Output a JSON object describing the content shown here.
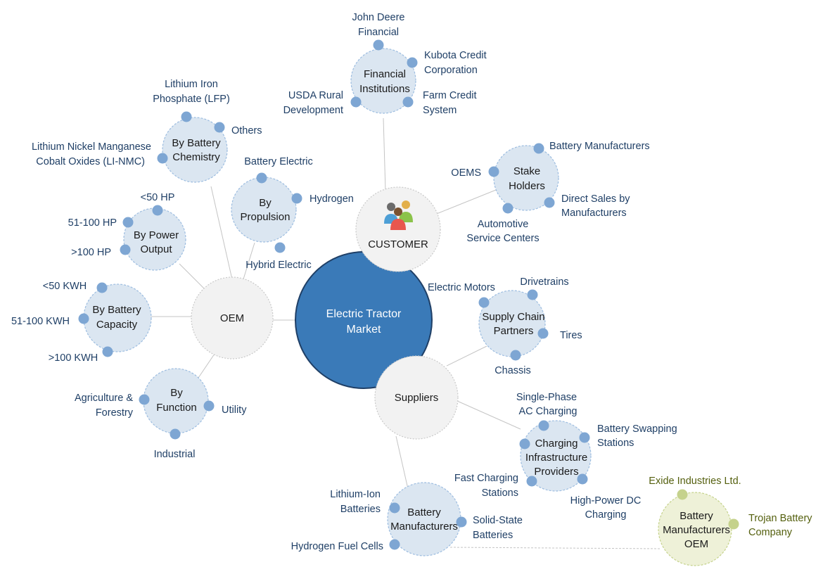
{
  "colors": {
    "center_fill": "#3a7ab8",
    "center_stroke": "#1f3f66",
    "category_fill": "#dbe6f1",
    "dot_fill": "#7ea6d3",
    "hub_fill": "#f2f2f2",
    "olive_fill": "#eef1d8",
    "olive_dot": "#c5d28c",
    "leaf_text": "#1f3f66",
    "olive_text": "#55600f"
  },
  "center": {
    "lines": [
      "Electric Tractor",
      "Market"
    ]
  },
  "hubs": {
    "oem": {
      "label": "OEM"
    },
    "customer": {
      "label": "CUSTOMER",
      "icon": "people-icon"
    },
    "suppliers": {
      "label": "Suppliers"
    }
  },
  "categories": {
    "battery_chemistry": {
      "lines": [
        "By Battery",
        "Chemistry"
      ]
    },
    "propulsion": {
      "lines": [
        "By",
        "Propulsion"
      ]
    },
    "power_output": {
      "lines": [
        "By Power",
        "Output"
      ]
    },
    "battery_capacity": {
      "lines": [
        "By Battery",
        "Capacity"
      ]
    },
    "function": {
      "lines": [
        "By",
        "Function"
      ]
    },
    "financial": {
      "lines": [
        "Financial",
        "Institutions"
      ]
    },
    "stakeholders": {
      "lines": [
        "Stake",
        "Holders"
      ]
    },
    "supply_chain": {
      "lines": [
        "Supply Chain",
        "Partners"
      ]
    },
    "charging": {
      "lines": [
        "Charging",
        "Infrastructure",
        "Providers"
      ]
    },
    "battery_mfr": {
      "lines": [
        "Battery",
        "Manufacturers"
      ]
    },
    "battery_oem": {
      "lines": [
        "Battery",
        "Manufacturers",
        "OEM"
      ]
    }
  },
  "leaves": {
    "lfp": [
      "Lithium Iron",
      "Phosphate (LFP)"
    ],
    "others": [
      "Others"
    ],
    "nmc": [
      "Lithium Nickel Manganese",
      "Cobalt Oxides (LI-NMC)"
    ],
    "battery_electric": [
      "Battery Electric"
    ],
    "hydrogen": [
      "Hydrogen"
    ],
    "hybrid_electric": [
      "Hybrid Electric"
    ],
    "hp_lt50": [
      "<50 HP"
    ],
    "hp_51_100": [
      "51-100 HP"
    ],
    "hp_gt100": [
      ">100 HP"
    ],
    "kwh_lt50": [
      "<50 KWH"
    ],
    "kwh_51_100": [
      "51-100 KWH"
    ],
    "kwh_gt100": [
      ">100 KWH"
    ],
    "agri": [
      "Agriculture &",
      "Forestry"
    ],
    "utility": [
      "Utility"
    ],
    "industrial": [
      "Industrial"
    ],
    "john_deere": [
      "John Deere",
      "Financial"
    ],
    "kubota": [
      "Kubota Credit",
      "Corporation"
    ],
    "usda": [
      "USDA Rural",
      "Development"
    ],
    "farm_credit": [
      "Farm Credit",
      "System"
    ],
    "battery_manufacturers_sh": [
      "Battery Manufacturers"
    ],
    "oems": [
      "OEMS"
    ],
    "direct_sales": [
      "Direct Sales by",
      "Manufacturers"
    ],
    "auto_service": [
      "Automotive",
      "Service Centers"
    ],
    "electric_motors": [
      "Electric Motors"
    ],
    "drivetrains": [
      "Drivetrains"
    ],
    "tires": [
      "Tires"
    ],
    "chassis": [
      "Chassis"
    ],
    "single_phase": [
      "Single-Phase",
      "AC Charging"
    ],
    "battery_swapping": [
      "Battery Swapping",
      "Stations"
    ],
    "fast_charging": [
      "Fast Charging",
      "Stations"
    ],
    "high_power_dc": [
      "High-Power DC",
      "Charging"
    ],
    "lithium_ion": [
      "Lithium-Ion",
      "Batteries"
    ],
    "solid_state": [
      "Solid-State",
      "Batteries"
    ],
    "hydrogen_fuel_cells": [
      "Hydrogen Fuel Cells"
    ],
    "exide": [
      "Exide Industries Ltd."
    ],
    "trojan": [
      "Trojan Battery",
      "Company"
    ]
  }
}
